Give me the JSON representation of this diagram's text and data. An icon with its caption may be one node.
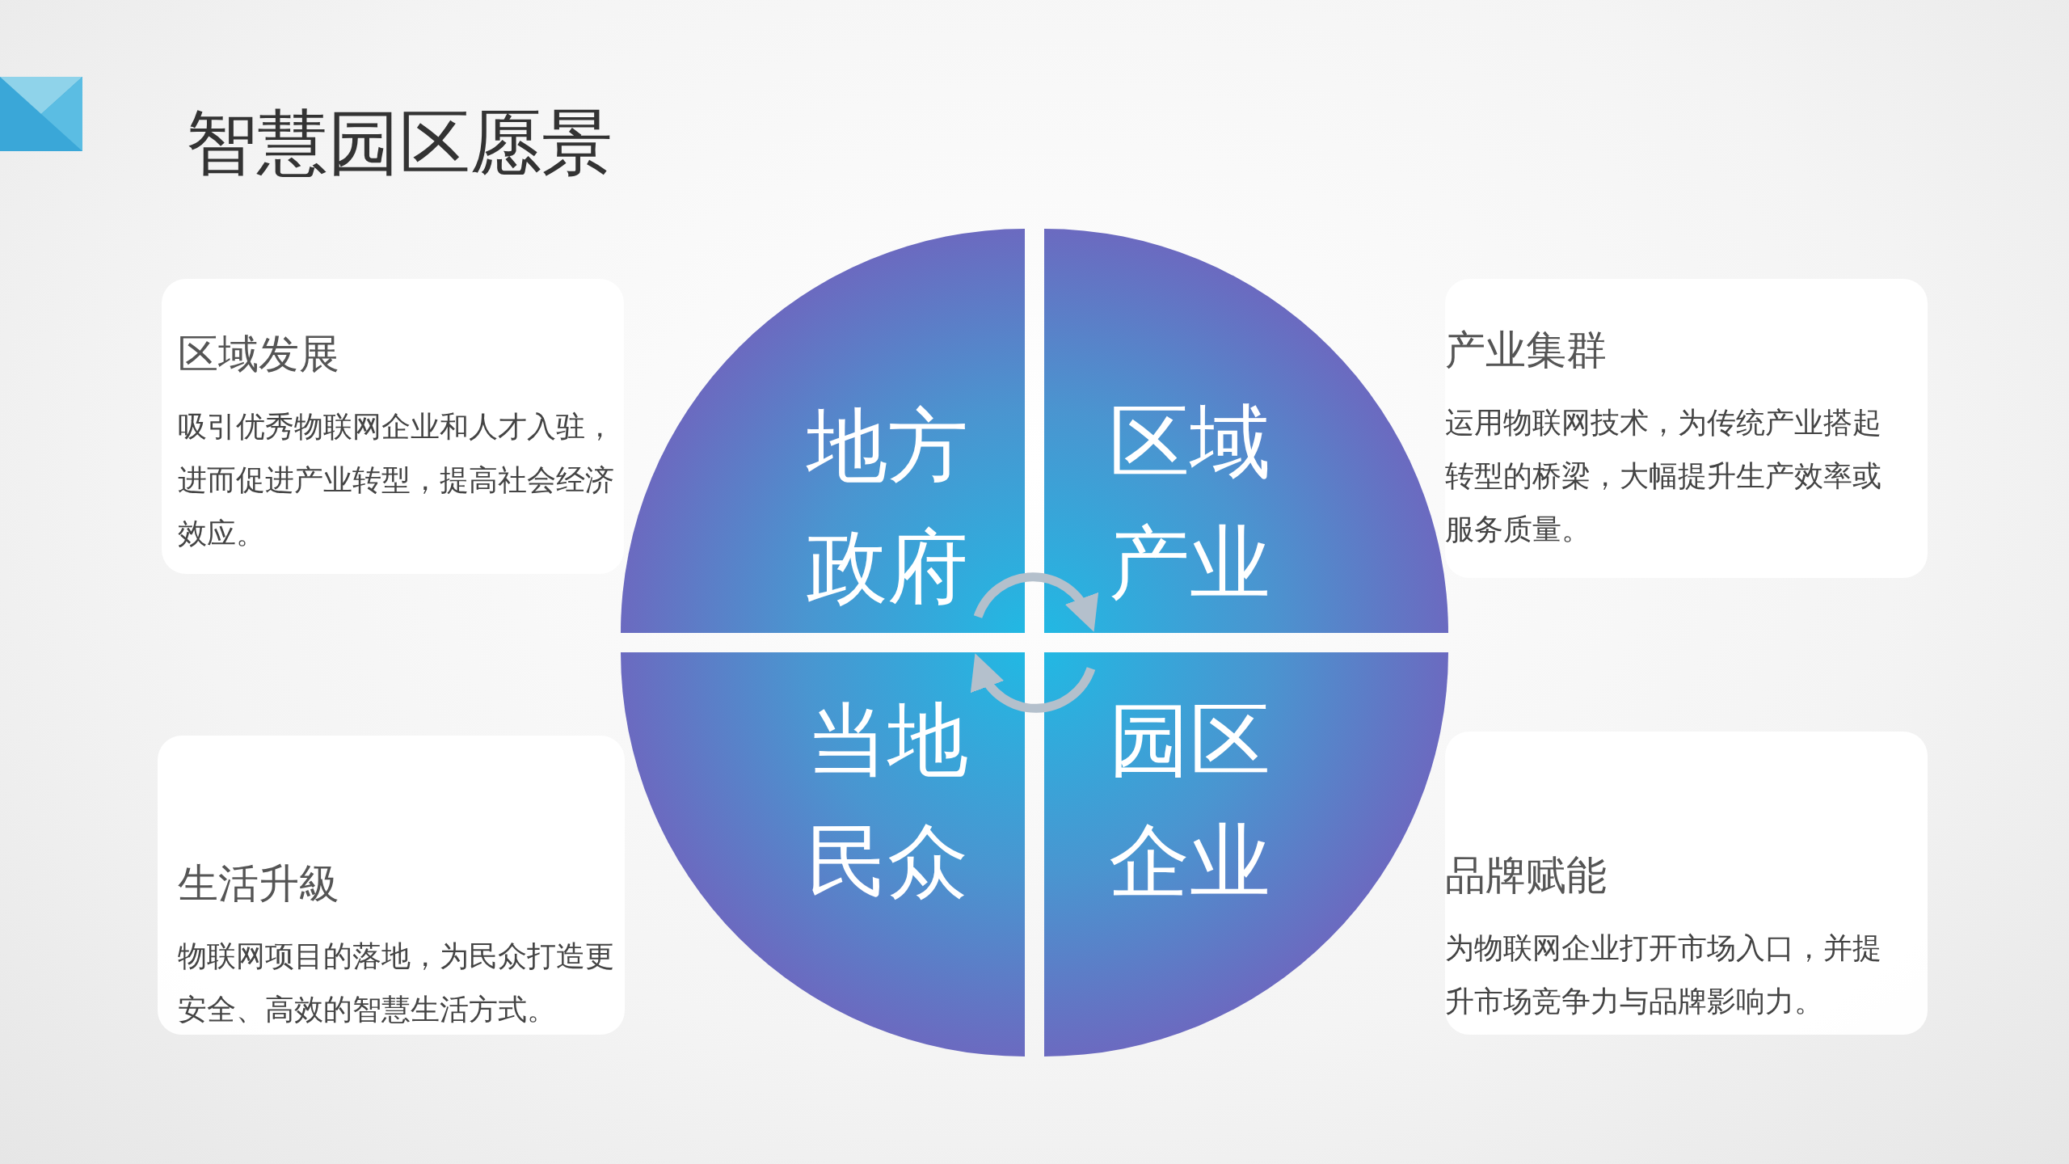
{
  "diagram": {
    "title": "智慧园区愿景",
    "nodes": [
      {
        "text": [
          "区域发展",
          "吸引优秀物联网企业和人才入驻，进而促进产业转型，提高社会经济效应。"
        ]
      },
      {
        "text": [
          "产业集群",
          "运用物联网技术，为传统产业搭起转型的桥梁，大幅提升生产效率或服务质量。"
        ]
      },
      {
        "text": [
          "生活升級",
          "物联网项目的落地，为民众打造更安全、高效的智慧生活方式。"
        ]
      },
      {
        "text": [
          "品牌赋能",
          "为物联网企业打开市场入口，并提升市场竞争力与品牌影响力。"
        ]
      },
      {
        "text": [
          "地方政府"
        ]
      },
      {
        "text": [
          "区域产业"
        ]
      },
      {
        "text": [
          "当地民众"
        ]
      },
      {
        "text": [
          "园区企业"
        ]
      }
    ],
    "edges": [
      {
        "from": 4,
        "to": 5,
        "arrow": "to"
      },
      {
        "from": 7,
        "to": 6,
        "arrow": "to"
      }
    ]
  }
}
